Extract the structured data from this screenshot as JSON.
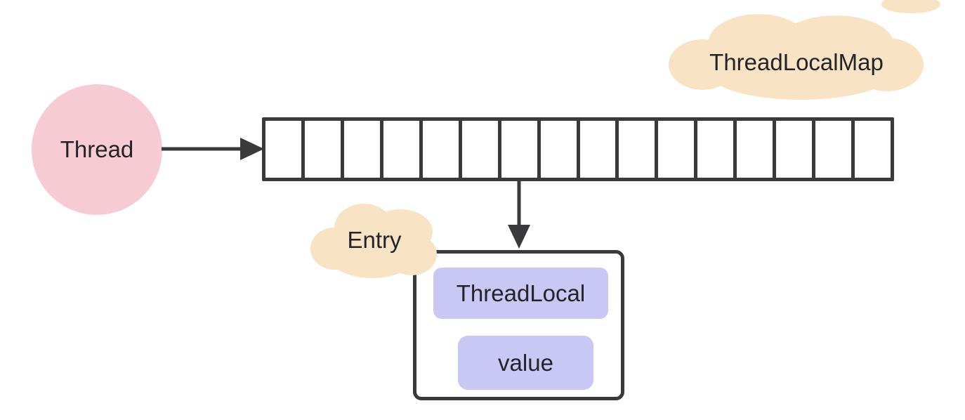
{
  "nodes": {
    "thread": {
      "label": "Thread"
    },
    "map_cloud": {
      "label": "ThreadLocalMap"
    },
    "entry_cloud": {
      "label": "Entry"
    },
    "entry_box": {
      "fields": [
        {
          "label": "ThreadLocal"
        },
        {
          "label": "value"
        }
      ]
    }
  },
  "array": {
    "cells": 16
  },
  "arrows": [
    {
      "from": "thread-node",
      "to": "bucket-array",
      "direction": "right"
    },
    {
      "from": "bucket-array",
      "to": "entry-box",
      "direction": "down"
    }
  ],
  "colors": {
    "thread-fill": "#f6cbd3",
    "cloud-fill": "#f8e3c4",
    "field-fill": "#c9c7f3",
    "stroke": "#3a3a3c",
    "ink": "#242428",
    "bg": "#ffffff"
  }
}
